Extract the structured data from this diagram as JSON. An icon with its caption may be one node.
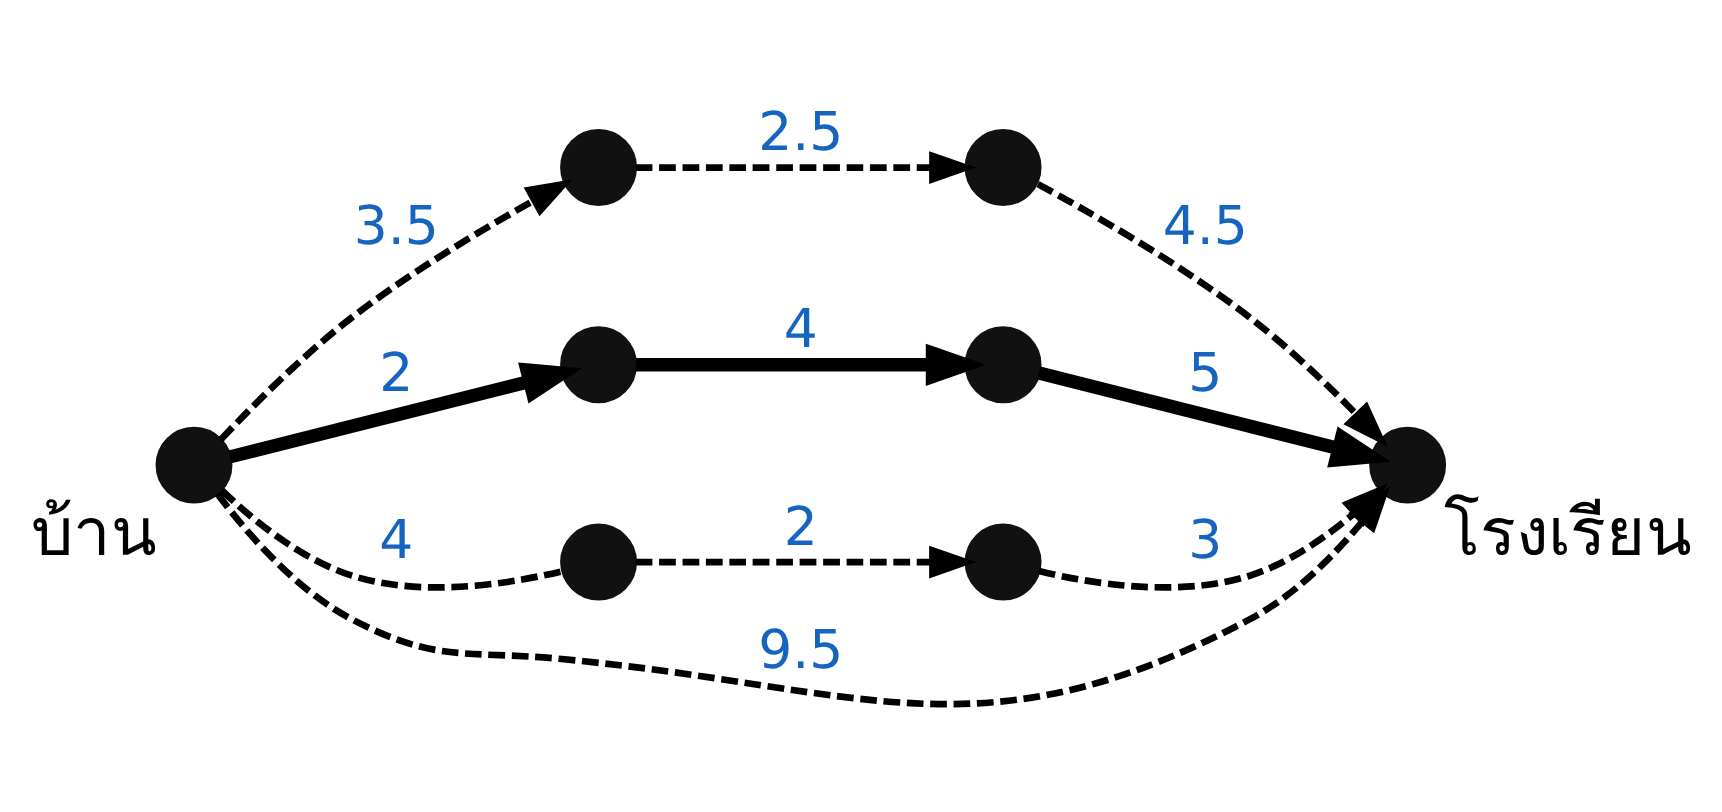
{
  "diagram": {
    "nodes": [
      {
        "text": [],
        "shape": "circle",
        "beside": [
          "บ้าน"
        ]
      },
      {
        "text": [],
        "shape": "circle"
      },
      {
        "text": [],
        "shape": "circle"
      },
      {
        "text": [],
        "shape": "circle"
      },
      {
        "text": [],
        "shape": "circle"
      },
      {
        "text": [],
        "shape": "circle"
      },
      {
        "text": [],
        "shape": "circle"
      },
      {
        "text": [],
        "shape": "circle",
        "beside": [
          "โรงเรียน"
        ]
      }
    ],
    "edges": [
      {
        "from": 0,
        "to": 1,
        "arrow": "to",
        "label": "3.5",
        "style": "dashed"
      },
      {
        "from": 1,
        "to": 2,
        "arrow": "to",
        "label": "2.5",
        "style": "dashed"
      },
      {
        "from": 2,
        "to": 7,
        "arrow": "to",
        "label": "4.5",
        "style": "dashed"
      },
      {
        "from": 3,
        "to": 7,
        "arrow": "to",
        "label": "5",
        "style": "thick"
      },
      {
        "from": 4,
        "to": 3,
        "arrow": "to",
        "label": "4",
        "style": "thick"
      },
      {
        "from": 0,
        "to": 7,
        "arrow": "to",
        "label": "9.5",
        "style": "dashed"
      },
      {
        "from": 0,
        "to": 4,
        "arrow": "to",
        "label": "2",
        "style": "thick"
      },
      {
        "from": 0,
        "to": 5,
        "arrow": "none",
        "label": "4",
        "style": "dashed"
      },
      {
        "from": 5,
        "to": 6,
        "arrow": "to",
        "label": "2",
        "style": "dashed"
      },
      {
        "from": 6,
        "to": 7,
        "arrow": "to",
        "label": "3",
        "style": "dashed"
      }
    ]
  }
}
